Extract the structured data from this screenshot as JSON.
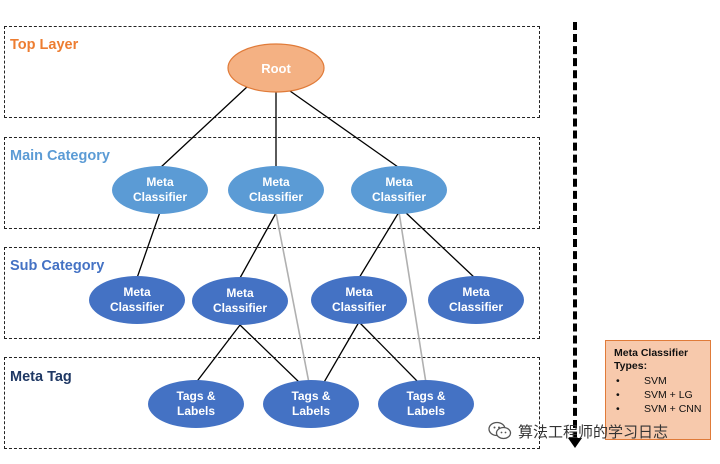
{
  "layers": [
    {
      "title": "Top Layer",
      "color": "#ed7d31"
    },
    {
      "title": "Main Category",
      "color": "#5b9bd5"
    },
    {
      "title": "Sub Category",
      "color": "#4472c4"
    },
    {
      "title": "Meta Tag",
      "color": "#1f3864"
    }
  ],
  "nodes": {
    "root": {
      "label": "Root",
      "fill": "#f4b183",
      "stroke": "#e07b39",
      "text_color": "#ffffff"
    },
    "main": [
      {
        "line1": "Meta",
        "line2": "Classifier"
      },
      {
        "line1": "Meta",
        "line2": "Classifier"
      },
      {
        "line1": "Meta",
        "line2": "Classifier"
      }
    ],
    "sub": [
      {
        "line1": "Meta",
        "line2": "Classifier"
      },
      {
        "line1": "Meta",
        "line2": "Classifier"
      },
      {
        "line1": "Meta",
        "line2": "Classifier"
      },
      {
        "line1": "Meta",
        "line2": "Classifier"
      }
    ],
    "tags": [
      {
        "line1": "Tags &",
        "line2": "Labels"
      },
      {
        "line1": "Tags &",
        "line2": "Labels"
      },
      {
        "line1": "Tags &",
        "line2": "Labels"
      }
    ],
    "main_fill": "#5b9bd5",
    "sub_fill": "#4472c4",
    "tag_fill": "#4472c4"
  },
  "edges": {
    "dark_color": "#000000",
    "light_color": "#b0b0b0"
  },
  "info_box": {
    "title": "Meta Classifier Types:",
    "items": [
      "SVM",
      "SVM + LG",
      "SVM + CNN"
    ]
  },
  "watermark": {
    "text": "算法工程师的学习日志",
    "icon": "wechat-icon"
  }
}
